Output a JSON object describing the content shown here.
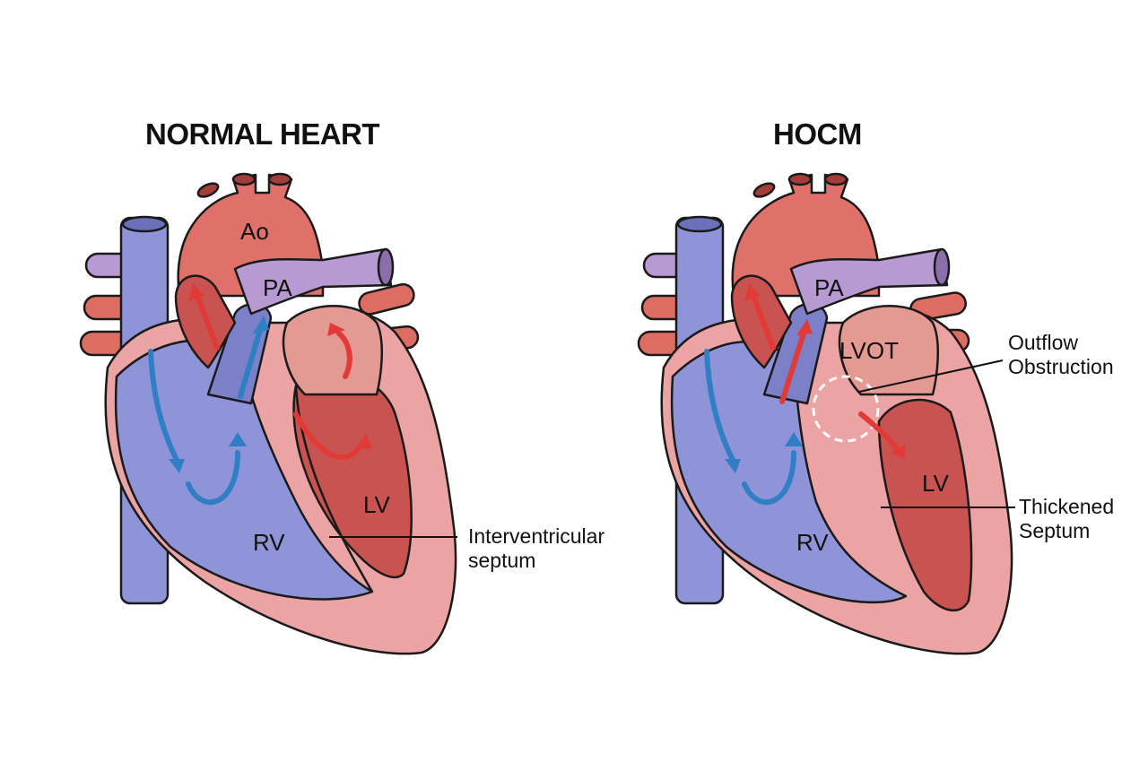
{
  "figure": {
    "panels": [
      {
        "title": "NORMAL HEART",
        "labels": {
          "ao": "Ao",
          "pa": "PA",
          "lv": "LV",
          "rv": "RV"
        },
        "callouts": [
          {
            "line1": "Interventricular",
            "line2": "septum"
          }
        ]
      },
      {
        "title": "HOCM",
        "labels": {
          "pa": "PA",
          "lvot": "LVOT",
          "lv": "LV",
          "rv": "RV"
        },
        "callouts": [
          {
            "line1": "Outflow",
            "line2": "Obstruction"
          },
          {
            "line1": "Thickened",
            "line2": "Septum"
          }
        ]
      }
    ],
    "colors": {
      "background": "#ffffff",
      "deoxygenated": "#8f94d8",
      "oxygenated": "#e0716a",
      "myocardium": "#eba3a3",
      "pulmonary_artery": "#b79ad2",
      "flow_arrow_blue": "#2f7fc4",
      "flow_arrow_red": "#e23a36",
      "outline": "#1a1a1a"
    }
  }
}
